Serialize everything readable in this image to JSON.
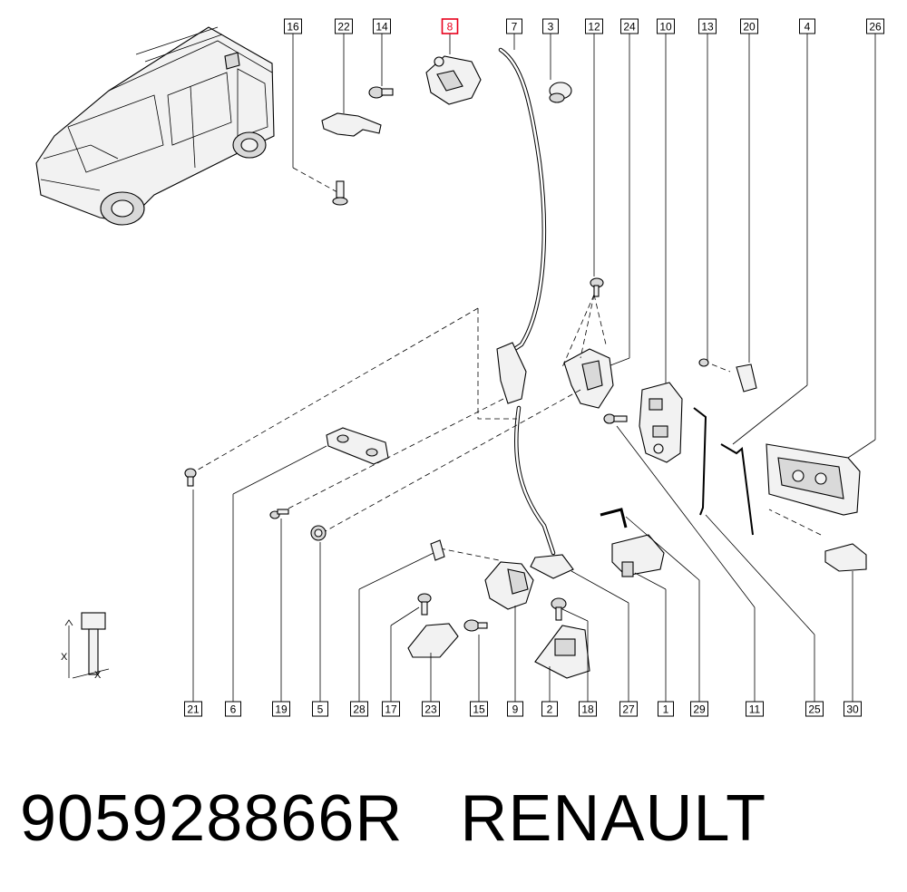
{
  "callouts": [
    {
      "label": "16"
    },
    {
      "label": "22"
    },
    {
      "label": "14"
    },
    {
      "label": "8"
    },
    {
      "label": "7"
    },
    {
      "label": "3"
    },
    {
      "label": "12"
    },
    {
      "label": "24"
    },
    {
      "label": "10"
    },
    {
      "label": "13"
    },
    {
      "label": "20"
    },
    {
      "label": "4"
    },
    {
      "label": "26"
    },
    {
      "label": "21"
    },
    {
      "label": "6"
    },
    {
      "label": "19"
    },
    {
      "label": "5"
    },
    {
      "label": "28"
    },
    {
      "label": "17"
    },
    {
      "label": "23"
    },
    {
      "label": "15"
    },
    {
      "label": "9"
    },
    {
      "label": "2"
    },
    {
      "label": "18"
    },
    {
      "label": "27"
    },
    {
      "label": "1"
    },
    {
      "label": "29"
    },
    {
      "label": "11"
    },
    {
      "label": "25"
    },
    {
      "label": "30"
    }
  ],
  "highlighted_callout": "8",
  "dimension_labels": [
    "X",
    "X"
  ],
  "caption": {
    "part_number": "905928866R",
    "brand": "RENAULT"
  },
  "colors": {
    "highlight": "#e8001c",
    "ink": "#000000",
    "background": "#ffffff"
  }
}
